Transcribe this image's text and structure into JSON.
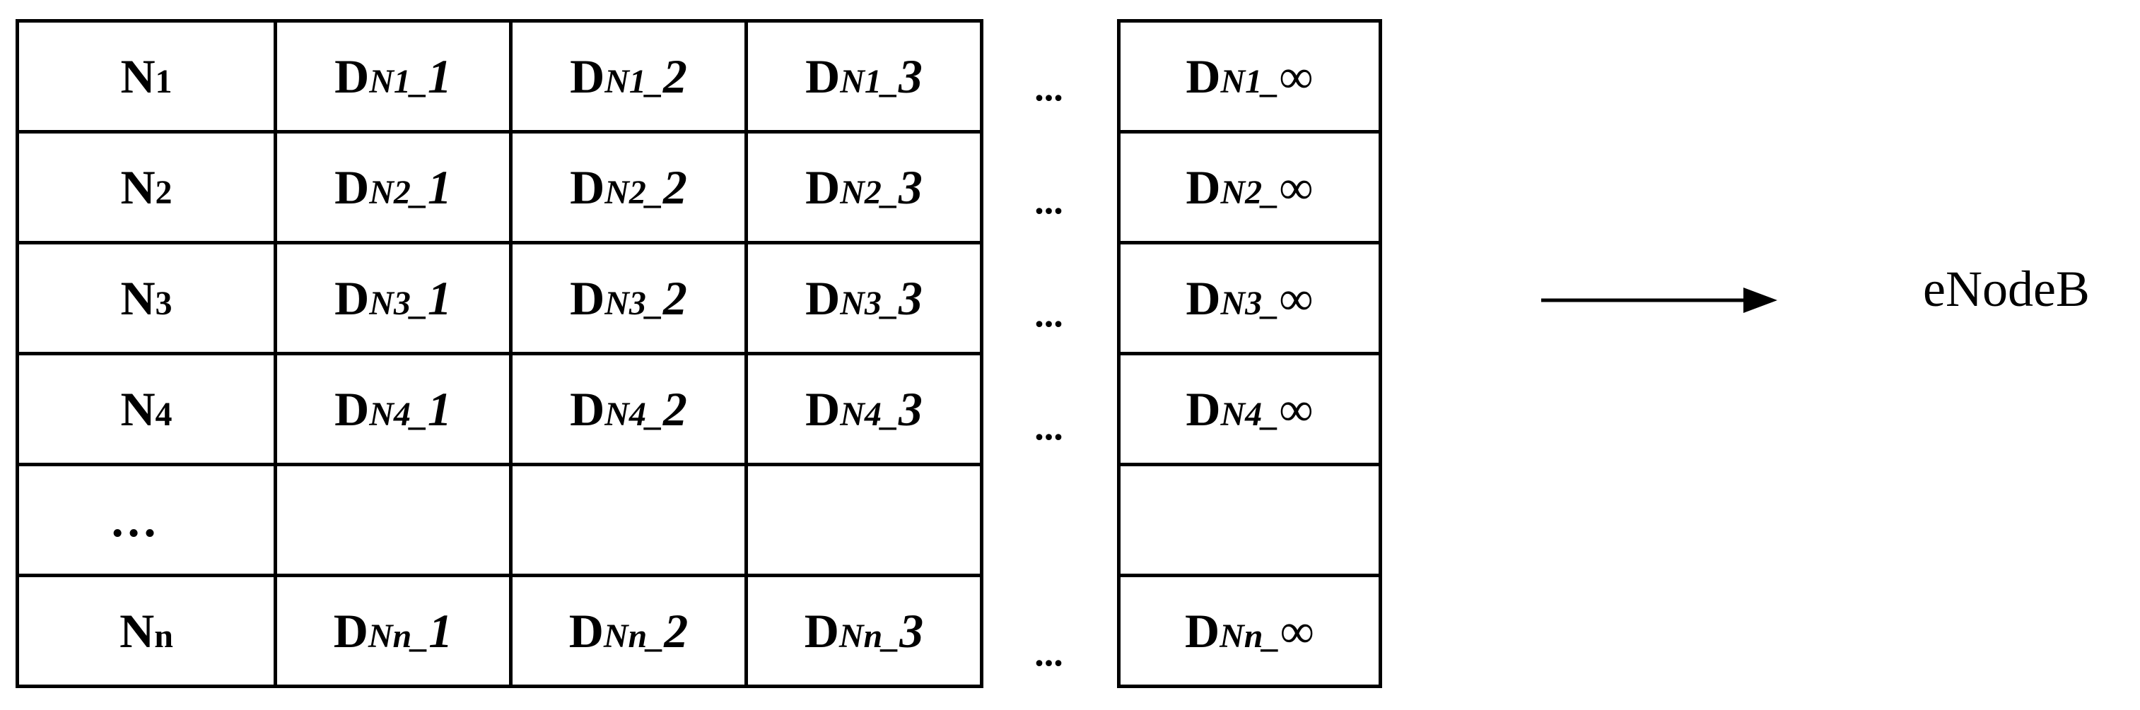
{
  "table": {
    "rows": [
      {
        "node_base": "N",
        "node_sub": "1",
        "cell_base": "D",
        "cell_sub": "N1_",
        "cols": [
          "1",
          "2",
          "3"
        ],
        "last": "∞"
      },
      {
        "node_base": "N",
        "node_sub": "2",
        "cell_base": "D",
        "cell_sub": "N2_",
        "cols": [
          "1",
          "2",
          "3"
        ],
        "last": "∞"
      },
      {
        "node_base": "N",
        "node_sub": "3",
        "cell_base": "D",
        "cell_sub": "N3_",
        "cols": [
          "1",
          "2",
          "3"
        ],
        "last": "∞"
      },
      {
        "node_base": "N",
        "node_sub": "4",
        "cell_base": "D",
        "cell_sub": "N4_",
        "cols": [
          "1",
          "2",
          "3"
        ],
        "last": "∞"
      },
      {
        "node_text": "…"
      },
      {
        "node_base": "N",
        "node_sub": "n",
        "cell_base": "D",
        "cell_sub": "Nn_",
        "cols": [
          "1",
          "2",
          "3"
        ],
        "last": "∞"
      }
    ],
    "col_ellipsis": "..."
  },
  "target": {
    "label": "eNodeB"
  }
}
